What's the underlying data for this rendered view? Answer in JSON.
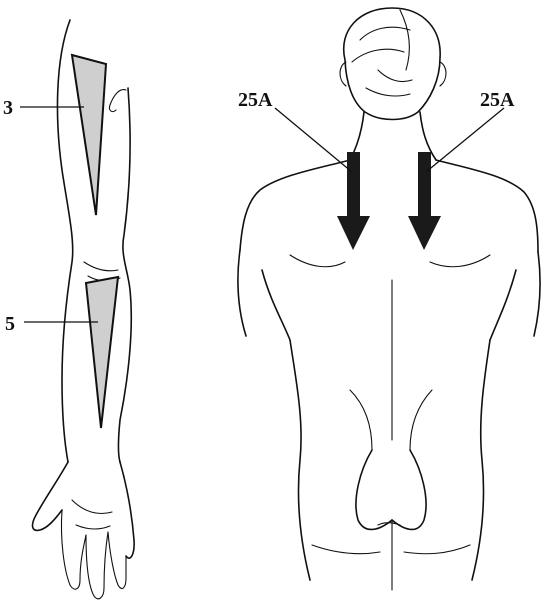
{
  "labels": {
    "arm_upper": "3",
    "arm_lower": "5",
    "back_left": "25A",
    "back_right": "25A"
  },
  "colors": {
    "line": "#111111",
    "region_fill": "#cfcfcf",
    "arrow_fill": "#1a1a1a",
    "background": "#ffffff"
  }
}
